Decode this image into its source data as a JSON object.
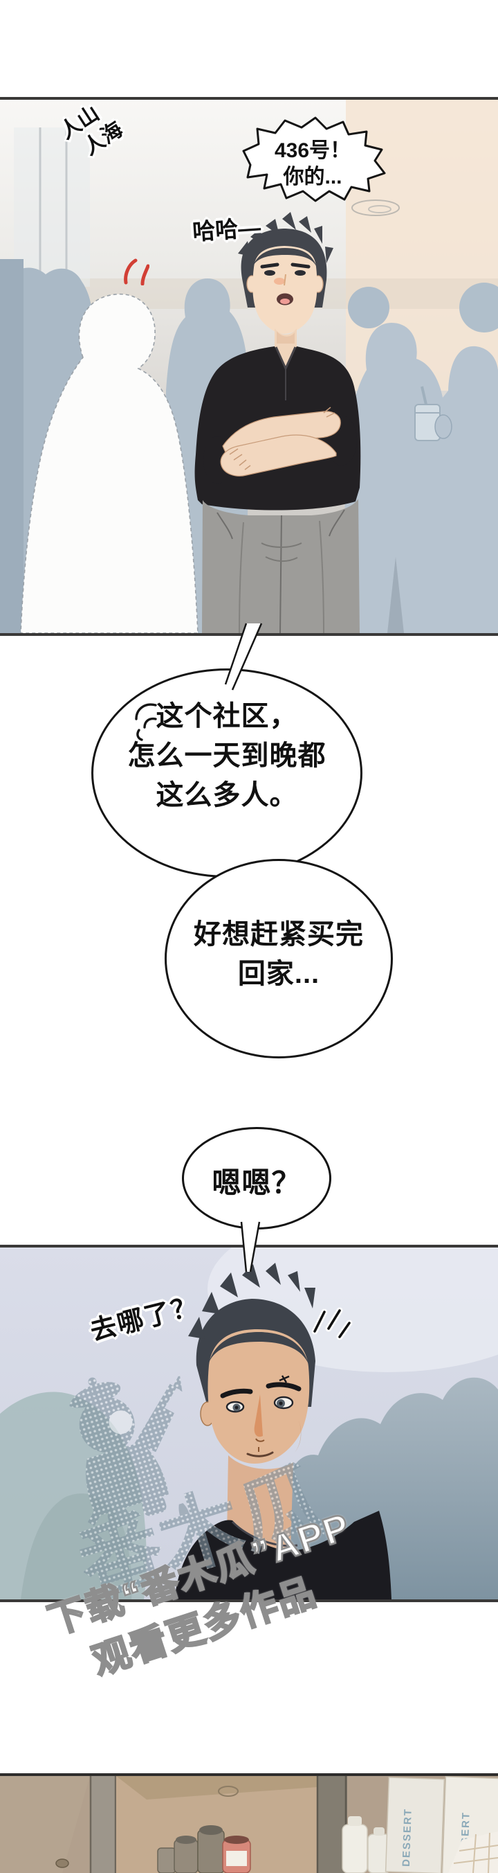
{
  "manhwa": {
    "sfx_crowd_line1": "人山",
    "sfx_crowd_line2": "人海",
    "sfx_laugh": "哈哈—",
    "bubble_shout": {
      "line1": "436号！",
      "line2": "你的..."
    },
    "bubble_complaint": {
      "line1": "这个社区，",
      "line2": "怎么一天到晚都",
      "line3": "这么多人。"
    },
    "bubble_wish": {
      "line1": "好想赶紧买完",
      "line2": "回家..."
    },
    "bubble_reply": "嗯嗯？",
    "sfx_where": "去哪了？",
    "watermark": {
      "logo_text": "番木瓜",
      "caption_line1": "下载“番木瓜”APP",
      "caption_line2": "观看更多作品"
    },
    "store": {
      "box_label": "DESSERT"
    },
    "colors": {
      "panel_border": "#3a3938",
      "crowd_blue": "#b7c4d0",
      "crowd_dark": "#8094a1",
      "panel2_bg": "#d7dae6",
      "shirt_black": "#232124",
      "skin_light": "#f5dcc4",
      "skin_tan": "#e2b795",
      "trousers_gray": "#9d9c99",
      "anger_red": "#d23f35",
      "dessert_blue": "#8ba9b8",
      "store_tan": "#b2a08d"
    }
  }
}
